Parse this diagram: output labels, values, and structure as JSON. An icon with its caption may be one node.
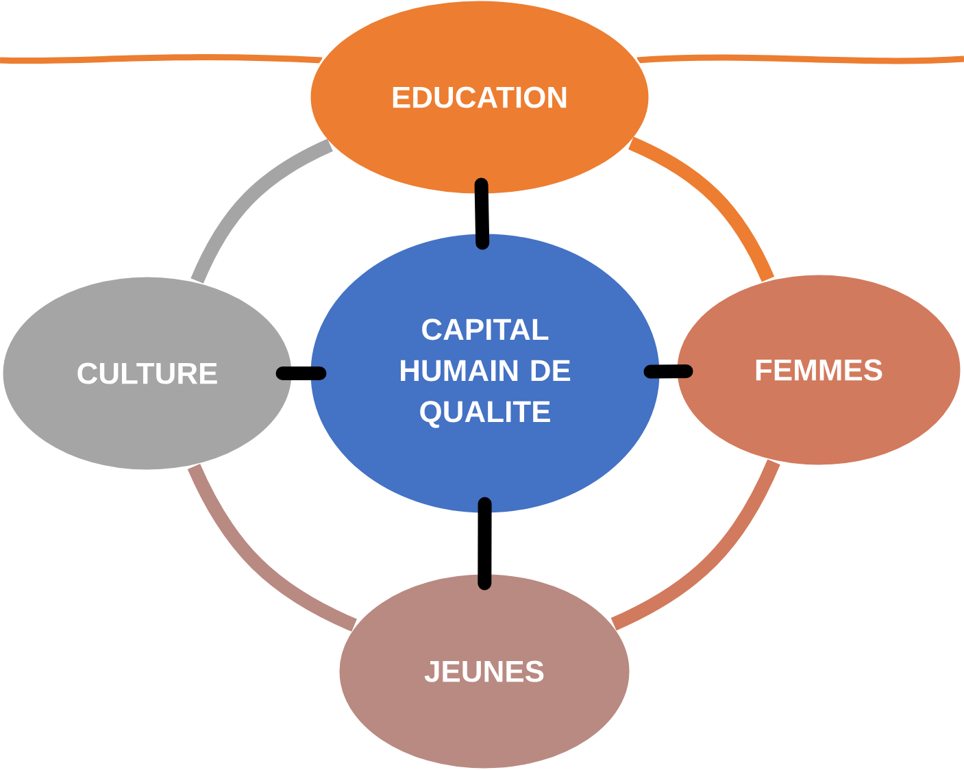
{
  "diagram": {
    "nodes": [
      {
        "text": [
          "EDUCATION"
        ]
      },
      {
        "text": [
          "CULTURE"
        ]
      },
      {
        "text": [
          "CAPITAL HUMAIN DE QUALITE"
        ]
      },
      {
        "text": [
          "FEMMES"
        ]
      },
      {
        "text": [
          "JEUNES"
        ]
      }
    ],
    "edges": [
      {
        "from": 0,
        "to": 3,
        "arrow": "none",
        "color": "#ed7d31"
      },
      {
        "from": 3,
        "to": 4,
        "arrow": "none",
        "color": "#d27a5d"
      },
      {
        "from": 4,
        "to": 1,
        "arrow": "none",
        "color": "#b98a82"
      },
      {
        "from": 1,
        "to": 0,
        "arrow": "none",
        "color": "#a5a5a5"
      },
      {
        "from": 0,
        "to": 2,
        "arrow": "none"
      },
      {
        "from": 1,
        "to": 2,
        "arrow": "none"
      },
      {
        "from": 2,
        "to": 3,
        "arrow": "none"
      },
      {
        "from": 2,
        "to": 4,
        "arrow": "none"
      }
    ]
  }
}
